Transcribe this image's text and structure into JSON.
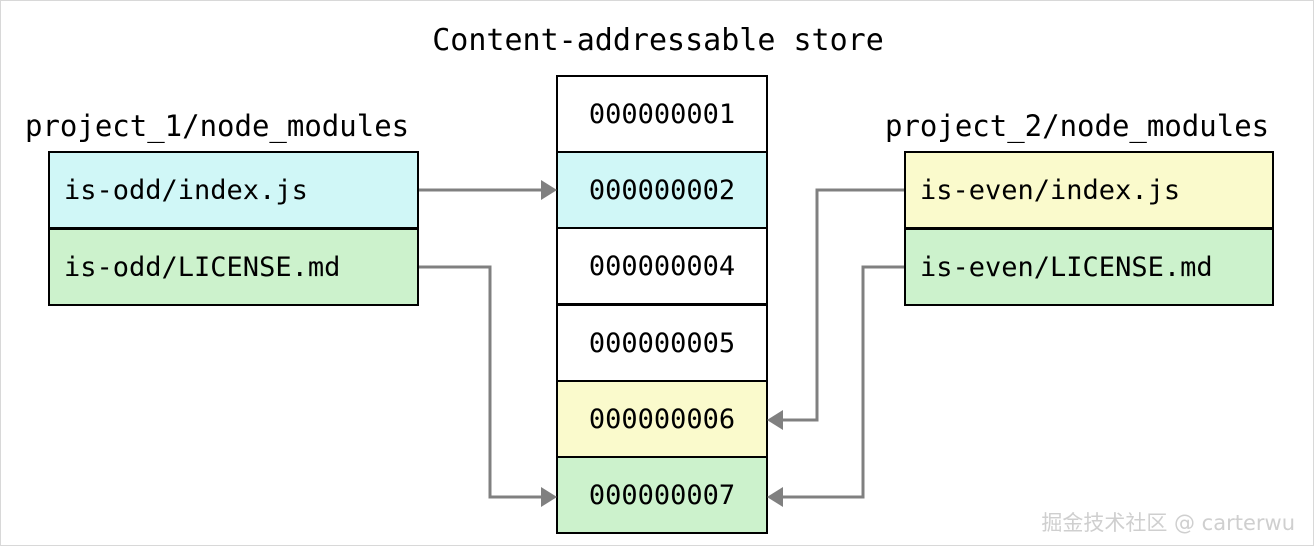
{
  "diagram": {
    "title": "Content-addressable store",
    "watermark": "掘金技术社区 @ carterwu"
  },
  "colors": {
    "cyan": "#d0f7f7",
    "green": "#ccf2cc",
    "yellow": "#fafacc",
    "white": "#ffffff",
    "border": "#000000",
    "connector": "#808080",
    "watermark": "#cfcfcf"
  },
  "projects": [
    {
      "label": "project_1/node_modules",
      "side": "left",
      "files": [
        {
          "name": "is-odd/index.js",
          "color": "#d0f7f7",
          "links_to": "000000002"
        },
        {
          "name": "is-odd/LICENSE.md",
          "color": "#ccf2cc",
          "links_to": "000000007"
        }
      ]
    },
    {
      "label": "project_2/node_modules",
      "side": "right",
      "files": [
        {
          "name": "is-even/index.js",
          "color": "#fafacc",
          "links_to": "000000006"
        },
        {
          "name": "is-even/LICENSE.md",
          "color": "#ccf2cc",
          "links_to": "000000007"
        }
      ]
    }
  ],
  "store": {
    "entries": [
      {
        "hash": "000000001",
        "color": "#ffffff"
      },
      {
        "hash": "000000002",
        "color": "#d0f7f7"
      },
      {
        "hash": "000000004",
        "color": "#ffffff"
      },
      {
        "hash": "000000005",
        "color": "#ffffff"
      },
      {
        "hash": "000000006",
        "color": "#fafacc"
      },
      {
        "hash": "000000007",
        "color": "#ccf2cc"
      }
    ]
  },
  "connections": [
    {
      "from": "is-odd/index.js",
      "to": "000000002",
      "direction": "left-to-right"
    },
    {
      "from": "is-odd/LICENSE.md",
      "to": "000000007",
      "direction": "left-to-right"
    },
    {
      "from": "is-even/index.js",
      "to": "000000006",
      "direction": "right-to-left"
    },
    {
      "from": "is-even/LICENSE.md",
      "to": "000000007",
      "direction": "right-to-left"
    }
  ]
}
